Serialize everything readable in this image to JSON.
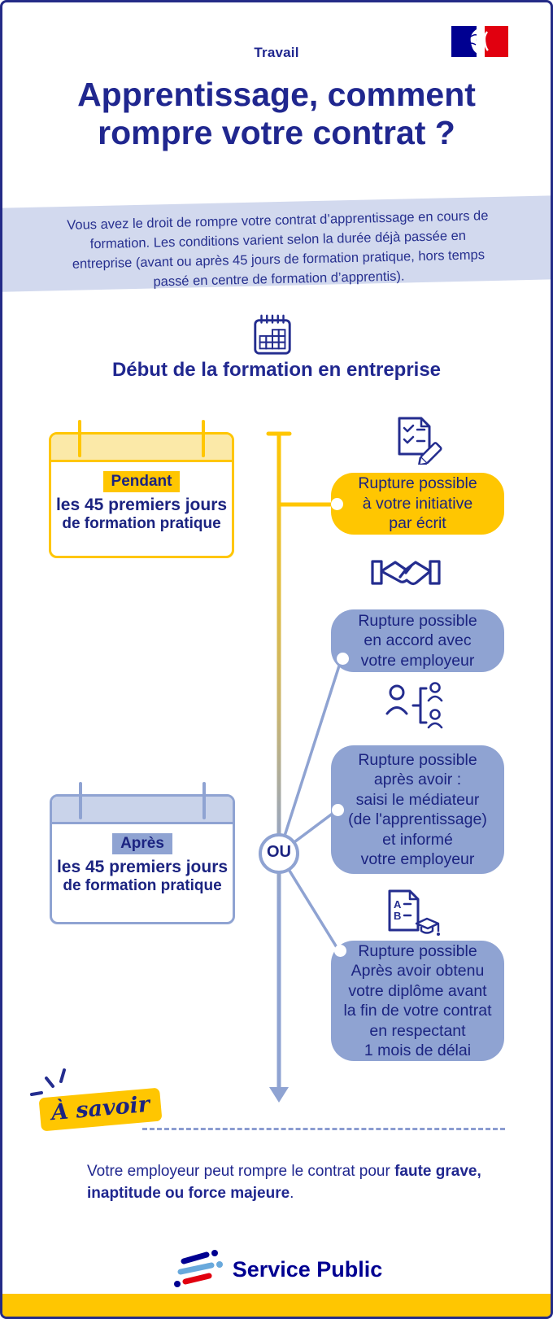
{
  "colors": {
    "navy": "#20278F",
    "gov_blue": "#000091",
    "yellow": "#FFC601",
    "yellow_light": "#FBE9A8",
    "periwinkle": "#8FA3D2",
    "periwinkle_light": "#C9D3EA",
    "band": "#D2D9EE",
    "red": "#E1000F",
    "sky": "#69A9DC",
    "dash": "#8B9CD0"
  },
  "header": {
    "brand": "Travail",
    "title1": "Apprentissage, comment",
    "title2": "rompre votre contrat ?",
    "logo_icon": "french-government-flag-icon"
  },
  "intro": {
    "text": "Vous avez le droit de rompre votre contrat d’apprentissage en cours de formation. Les conditions varient selon la durée déjà passée en entreprise (avant ou après 45 jours de formation pratique, hors temps passé en centre de formation d’apprentis)."
  },
  "section": {
    "icon": "calendar-icon",
    "heading": "Début de la formation en entreprise"
  },
  "cards": {
    "pendant": {
      "tag": "Pendant",
      "line1": "les 45 premiers jours",
      "line2": "de formation pratique",
      "theme": "yellow"
    },
    "apres": {
      "tag": "Après",
      "line1": "les 45 premiers jours",
      "line2": "de formation pratique",
      "theme": "blue"
    }
  },
  "flow": {
    "or_label": "OU",
    "bubbles": [
      {
        "icon": "document-signature-icon",
        "theme": "yellow",
        "lines": [
          "Rupture possible",
          "à votre initiative",
          "par écrit"
        ]
      },
      {
        "icon": "handshake-icon",
        "theme": "blue",
        "lines": [
          "Rupture possible",
          "en accord avec",
          "votre employeur"
        ]
      },
      {
        "icon": "mediator-people-icon",
        "theme": "blue",
        "lines": [
          "Rupture possible",
          "après avoir :",
          "saisi le médiateur",
          "(de l'apprentissage)",
          "et informé",
          "votre employeur"
        ]
      },
      {
        "icon": "diploma-icon",
        "theme": "blue",
        "lines": [
          "Rupture possible",
          "Après avoir obtenu",
          "votre diplôme avant",
          "la fin de votre contrat",
          "en respectant",
          "1 mois de délai"
        ]
      }
    ]
  },
  "know": {
    "label": "À savoir",
    "note_normal": "Votre employeur peut rompre le contrat pour ",
    "note_bold": "faute grave, inaptitude ou force majeure",
    "note_end": "."
  },
  "footer": {
    "logo_icon": "service-public-logo-icon",
    "logo_text": "Service Public"
  }
}
